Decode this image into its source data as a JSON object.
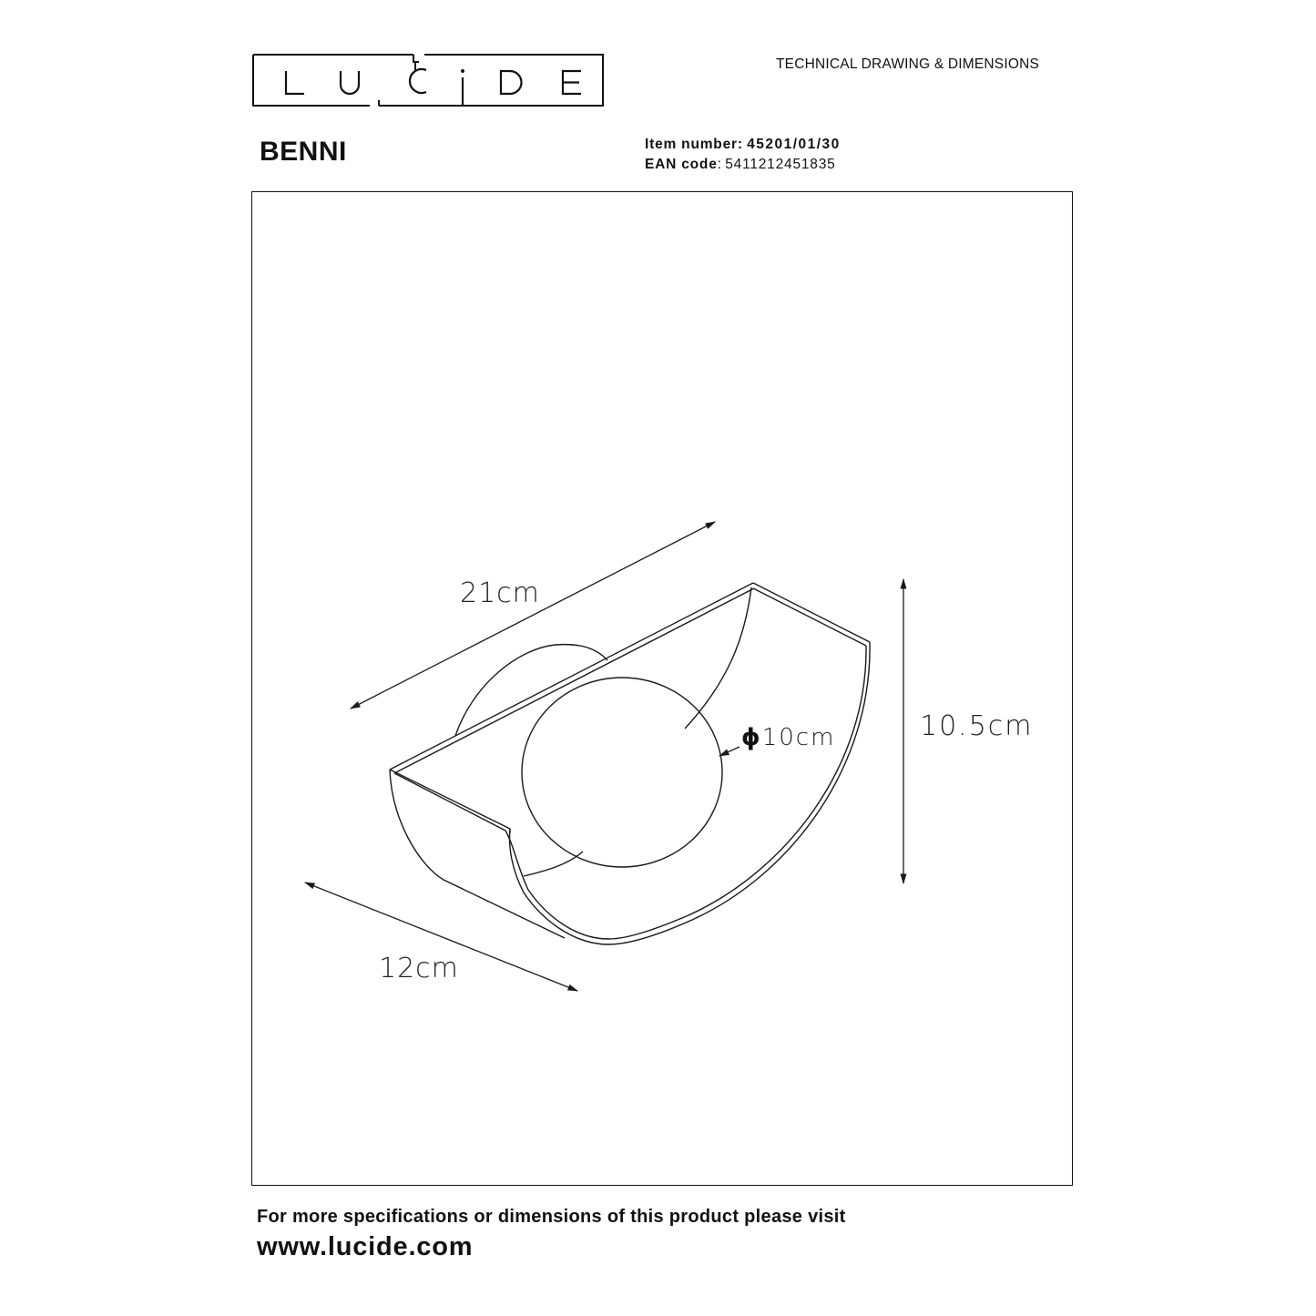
{
  "header": {
    "brand": "LUCIDE",
    "doc_type": "TECHNICAL DRAWING & DIMENSIONS"
  },
  "product": {
    "name": "BENNI",
    "item_number_label": "Item number:",
    "item_number": "45201/01/30",
    "ean_label": "EAN code",
    "ean_separator": ":",
    "ean_code": "5411212451835"
  },
  "drawing": {
    "dimensions": {
      "length": "21cm",
      "height": "10.5cm",
      "depth": "12cm",
      "globe_diameter_symbol": "ϕ",
      "globe_diameter": "10cm"
    },
    "line_color": "#1a1a1a"
  },
  "footer": {
    "note": "For more specifications or dimensions of this product please visit",
    "url": "www.lucide.com"
  }
}
